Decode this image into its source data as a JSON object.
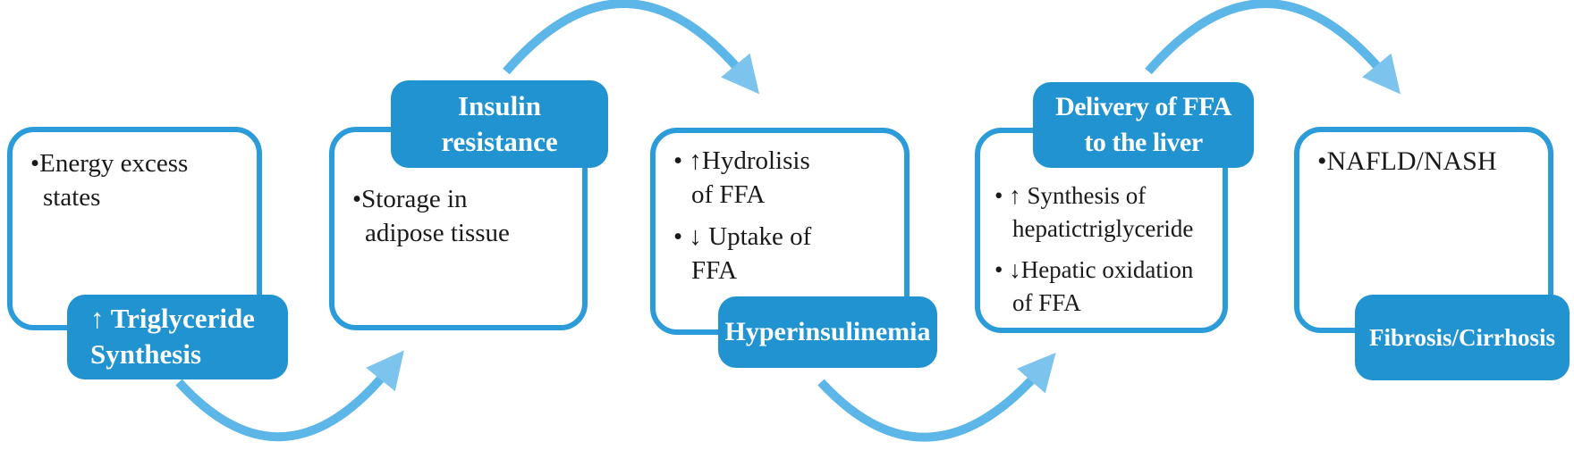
{
  "colors": {
    "badge_fill": "#2093d0",
    "box_border": "#2b9cd9",
    "arrow_stroke": "#5cb6e8",
    "arrow_head": "#7cc4ed",
    "body_text": "#1a1a1a",
    "badge_text": "#ffffff",
    "background": "#ffffff"
  },
  "steps": [
    {
      "name": "energy-excess",
      "body_lines": [
        "•Energy excess",
        "states"
      ],
      "badge": {
        "position": "bottom",
        "label_lines": [
          "↑ Triglyceride",
          "Synthesis"
        ]
      }
    },
    {
      "name": "adipose-storage",
      "body_lines": [
        "•Storage in",
        "adipose tissue"
      ],
      "badge": {
        "position": "top",
        "label_lines": [
          "Insulin",
          "resistance"
        ]
      }
    },
    {
      "name": "ffa-flux",
      "body_lines": [
        "• ↑Hydrolisis",
        "of FFA",
        "• ↓ Uptake of",
        "FFA"
      ],
      "badge": {
        "position": "bottom",
        "label_lines": [
          "Hyperinsulinemia"
        ]
      }
    },
    {
      "name": "liver-ffa",
      "body_lines": [
        "• ↑ Synthesis of",
        "hepatictriglyceride",
        "• ↓Hepatic oxidation",
        "of FFA"
      ],
      "badge": {
        "position": "top",
        "label_lines": [
          "Delivery of FFA",
          "to the liver"
        ]
      }
    },
    {
      "name": "nafld-nash",
      "body_lines": [
        "•NAFLD/NASH"
      ],
      "badge": {
        "position": "bottom",
        "label_lines": [
          "Fibrosis/Cirrhosis"
        ]
      }
    }
  ],
  "arrows": [
    {
      "from": "energy-excess",
      "to": "adipose-storage",
      "curve": "bottom"
    },
    {
      "from": "adipose-storage",
      "to": "ffa-flux",
      "curve": "top"
    },
    {
      "from": "ffa-flux",
      "to": "liver-ffa",
      "curve": "bottom"
    },
    {
      "from": "liver-ffa",
      "to": "nafld-nash",
      "curve": "top"
    }
  ]
}
